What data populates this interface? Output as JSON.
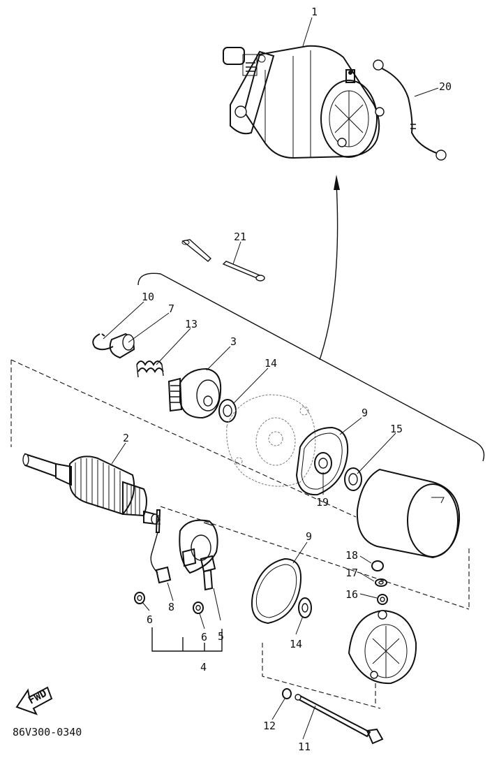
{
  "diagram": {
    "code": "86V300-0340",
    "fwd_label": "FWD",
    "callouts": {
      "c1": "1",
      "c2": "2",
      "c3": "3",
      "c4": "4",
      "c5": "5",
      "c6a": "6",
      "c6b": "6",
      "c7": "7",
      "c8": "8",
      "c9a": "9",
      "c9b": "9",
      "c10": "10",
      "c11": "11",
      "c12": "12",
      "c13": "13",
      "c14a": "14",
      "c14b": "14",
      "c15": "15",
      "c16": "16",
      "c17": "17",
      "c18": "18",
      "c19": "19",
      "c20": "20",
      "c21": "21"
    }
  }
}
